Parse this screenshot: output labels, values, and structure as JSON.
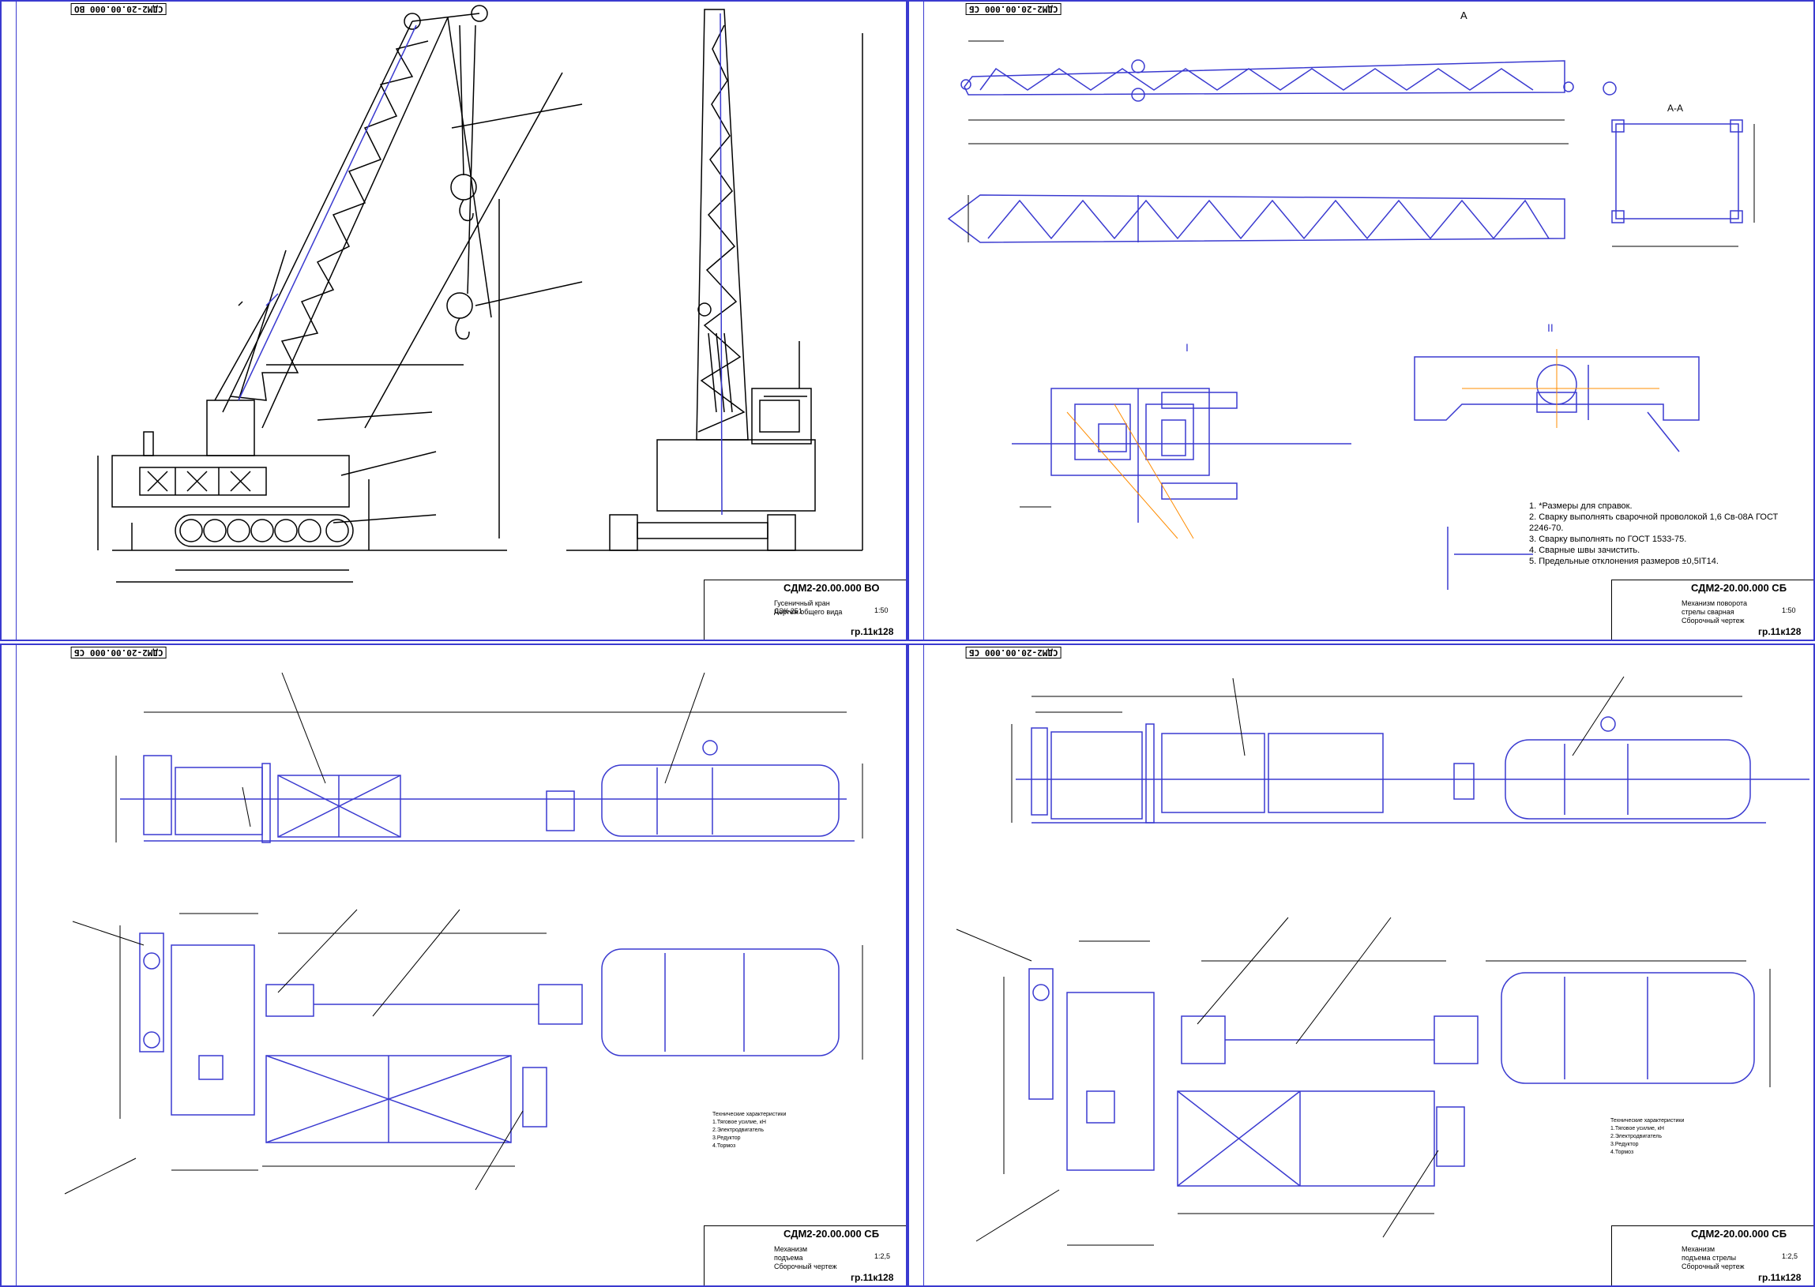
{
  "sheets": [
    {
      "code": "СДМ2-20.00.000 ВО",
      "title_line1": "Гусеничный кран ДЭК-251",
      "title_line2": "Чертеж общего вида",
      "title_line3": "",
      "scale": "1:50",
      "group": "гр.11к128"
    },
    {
      "code": "СДМ2-20.00.000 СБ",
      "title_line1": "Механизм поворота",
      "title_line2": "стрелы сварная",
      "title_line3": "Сборочный чертеж",
      "scale": "1:50",
      "group": "гр.11к128"
    },
    {
      "code": "СДМ2-20.00.000 СБ",
      "title_line1": "Механизм",
      "title_line2": "подъема",
      "title_line3": "Сборочный чертеж",
      "scale": "1:2,5",
      "group": "гр.11к128"
    },
    {
      "code": "СДМ2-20.00.000 СБ",
      "title_line1": "Механизм",
      "title_line2": "подъема стрелы",
      "title_line3": "Сборочный чертеж",
      "scale": "1:2,5",
      "group": "гр.11к128"
    }
  ],
  "notes": [
    "1. *Размеры для справок.",
    "2. Сварку выполнять сварочной проволокой 1,6 Св-08А ГОСТ 2246-70.",
    "3. Сварку выполнять по ГОСТ 1533-75.",
    "4. Сварные швы зачистить.",
    "5. Предельные отклонения размеров ±0,5IT14."
  ],
  "views": {
    "section_a": "А",
    "section_aa": "А-А",
    "detail_1": "I",
    "detail_2": "II"
  },
  "tech_notes_left": [
    "Технические характеристики",
    "1.Тяговое усилие, кН",
    "2.Электродвигатель",
    "3.Редуктор",
    "4.Тормоз"
  ],
  "tech_notes_right": [
    "Технические характеристики",
    "1.Тяговое усилие, кН",
    "2.Электродвигатель",
    "3.Редуктор",
    "4.Тормоз"
  ],
  "colors": {
    "frame": "#3a3ad0",
    "line": "#000000",
    "center": "#ff8c00"
  }
}
